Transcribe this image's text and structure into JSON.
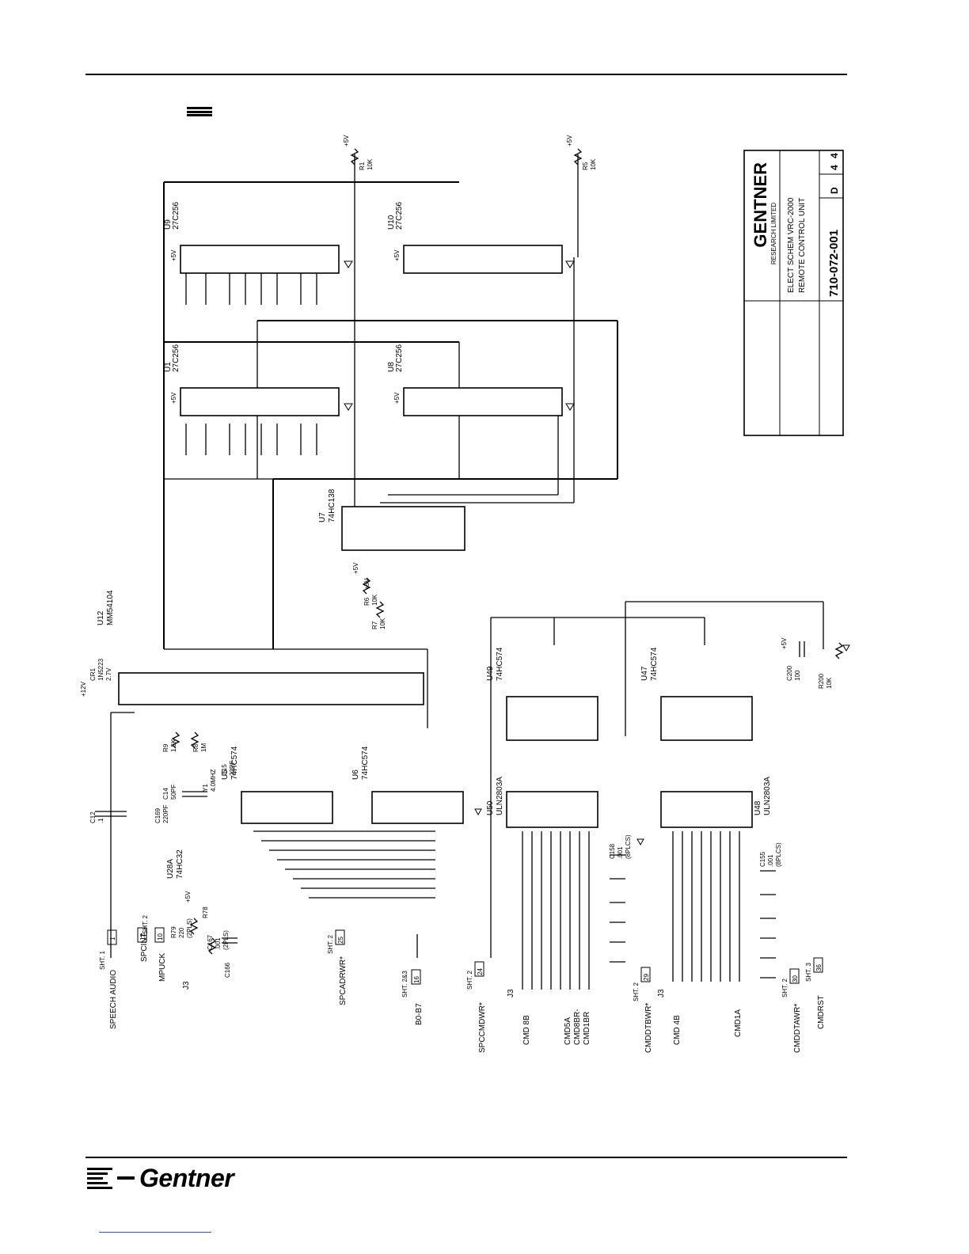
{
  "title_block": {
    "company": "GENTNER",
    "company_sub": "RESEARCH LIMITED",
    "title_line1": "ELECT SCHEM VRC-2000",
    "title_line2": "REMOTE CONTROL UNIT",
    "doc_number": "710-072-001",
    "size": "D",
    "sheet": "4",
    "of": "4"
  },
  "footer": {
    "brand": "Gentner"
  },
  "chips": {
    "u9": {
      "ref": "U9",
      "part": "27C256"
    },
    "u10": {
      "ref": "U10",
      "part": "27C256"
    },
    "u1": {
      "ref": "U1",
      "part": "27C256"
    },
    "u8": {
      "ref": "U8",
      "part": "27C256"
    },
    "u7": {
      "ref": "U7",
      "part": "74HC138"
    },
    "u12": {
      "ref": "U12",
      "part": "MM54104"
    },
    "u5": {
      "ref": "U5",
      "part": "74HC574"
    },
    "u6": {
      "ref": "U6",
      "part": "74HC574"
    },
    "u49": {
      "ref": "U49",
      "part": "74HC574"
    },
    "u47": {
      "ref": "U47",
      "part": "74HC574"
    },
    "u50": {
      "ref": "U50",
      "part": "ULN2803A"
    },
    "u48": {
      "ref": "U48",
      "part": "ULN2803A"
    },
    "u28a": {
      "ref": "U28A",
      "part": "74HC32"
    }
  },
  "components": {
    "r1": "R1",
    "r1v": "10K",
    "r5": "R5",
    "r5v": "10K",
    "r6": "R6",
    "r6v": "10K",
    "r7": "R7",
    "r7v": "10K",
    "r8": "R8",
    "r8v": "1M",
    "r9": "R9",
    "r9v": "1.5K",
    "r79": "R79",
    "r79v": "220",
    "r79n": "(2PLS)",
    "r78": "R78",
    "r200": "R200",
    "r200v": "10K",
    "c12": "C12",
    "c12v": ".1",
    "c14": "C14",
    "c14v": "50PF",
    "c15": "C15",
    "c15v": "22PF",
    "c169": "C169",
    "c169v": "220PF",
    "c167": "C167",
    "c167v": ".001",
    "c167n": "(2PLS)",
    "c166": "C166",
    "c200": "C200",
    "c200v": "100",
    "c158": "C158",
    "c158v": ".001",
    "c158n": "(8PLCS)",
    "c155": "C155",
    "c155v": ".001",
    "c155n": "(8PLCS)",
    "cr1": "CR1",
    "cr1v": "1N5223",
    "cr1v2": "2.7V",
    "y1": "Y1",
    "y1v": "4.0MHZ",
    "p5v": "+5V",
    "p12v": "+12V"
  },
  "signals": {
    "speech_audio": "SPEECH AUDIO",
    "speech_sht": "SHT. 1",
    "speech_pin": "1",
    "spcint": "SPCINT",
    "spcint_sht": "SHT. 2",
    "spcint_pin": "12",
    "mpuck": "MPUCK",
    "mpuck_pin": "10",
    "j3": "J3",
    "spcadrwr": "SPCADRWR*",
    "spcadrwr_sht": "SHT. 2",
    "spcadrwr_pin": "25",
    "b0b7": "B0-B7",
    "b0b7_sht": "SHT. 2&3",
    "b0b7_pin": "16",
    "spccmdwr": "SPCCMDWR*",
    "spccmdwr_sht": "SHT. 2",
    "spccmdwr_pin": "24",
    "cmd8b": "CMD 8B",
    "cmd5a": "CMD5A",
    "cmd8br": "CMD8BR-",
    "cmd1br": "CMD1BR",
    "cmddtbwr": "CMDDTBWR*",
    "cmddtbwr_sht": "SHT. 2",
    "cmddtbwr_pin": "29",
    "cmd4b": "CMD 4B",
    "cmd1a": "CMD1A",
    "cmddtawr": "CMDDTAWR*",
    "cmddtawr_sht": "SHT. 2",
    "cmddtawr_pin": "30",
    "cmdrst": "CMDRST",
    "cmdrst_sht": "SHT. 3",
    "cmdrst_pin": "36"
  }
}
